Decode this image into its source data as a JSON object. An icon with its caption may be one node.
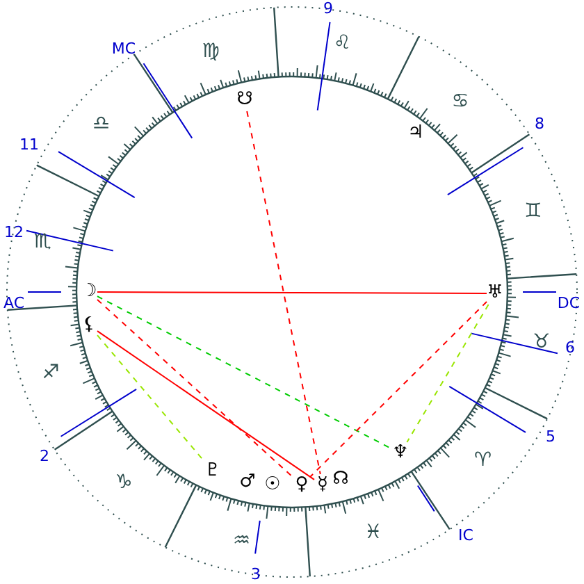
{
  "diagram": {
    "nodes": [
      {
        "text": [
          "☋"
        ]
      },
      {
        "text": [
          "♃"
        ]
      },
      {
        "text": [
          "☽"
        ]
      },
      {
        "text": [
          "♅"
        ]
      },
      {
        "text": [
          "⚸"
        ]
      },
      {
        "text": [
          "♆"
        ]
      },
      {
        "text": [
          "♇"
        ]
      },
      {
        "text": [
          "♂"
        ]
      },
      {
        "text": [
          "☉"
        ]
      },
      {
        "text": [
          "♀"
        ]
      },
      {
        "text": [
          "☿"
        ]
      },
      {
        "text": [
          "☊"
        ]
      }
    ],
    "edges": [
      {
        "from": 2,
        "to": 3,
        "arrow": "none"
      },
      {
        "from": 2,
        "to": 5,
        "arrow": "none",
        "style": "dashed",
        "color": "#00cc00"
      },
      {
        "from": 2,
        "to": 9,
        "arrow": "none",
        "style": "dashed"
      },
      {
        "from": 4,
        "to": 10,
        "arrow": "none"
      },
      {
        "from": 4,
        "to": 6,
        "arrow": "none",
        "style": "dashed",
        "color": "#99e600"
      },
      {
        "from": 3,
        "to": 9,
        "arrow": "none",
        "style": "dashed"
      },
      {
        "from": 3,
        "to": 5,
        "arrow": "none",
        "style": "dashed",
        "color": "#99e600"
      },
      {
        "from": 0,
        "to": 10,
        "arrow": "none",
        "style": "dashed"
      }
    ],
    "labels": [
      "9",
      "MC",
      "♍",
      "♌",
      "11",
      "♎",
      "♋",
      "8",
      "♊",
      "12",
      "♏",
      "AC",
      "DC",
      "♉",
      "6",
      "♐",
      "5",
      "2",
      "♈",
      "♑",
      "♓",
      "IC",
      "♒",
      "3"
    ]
  }
}
